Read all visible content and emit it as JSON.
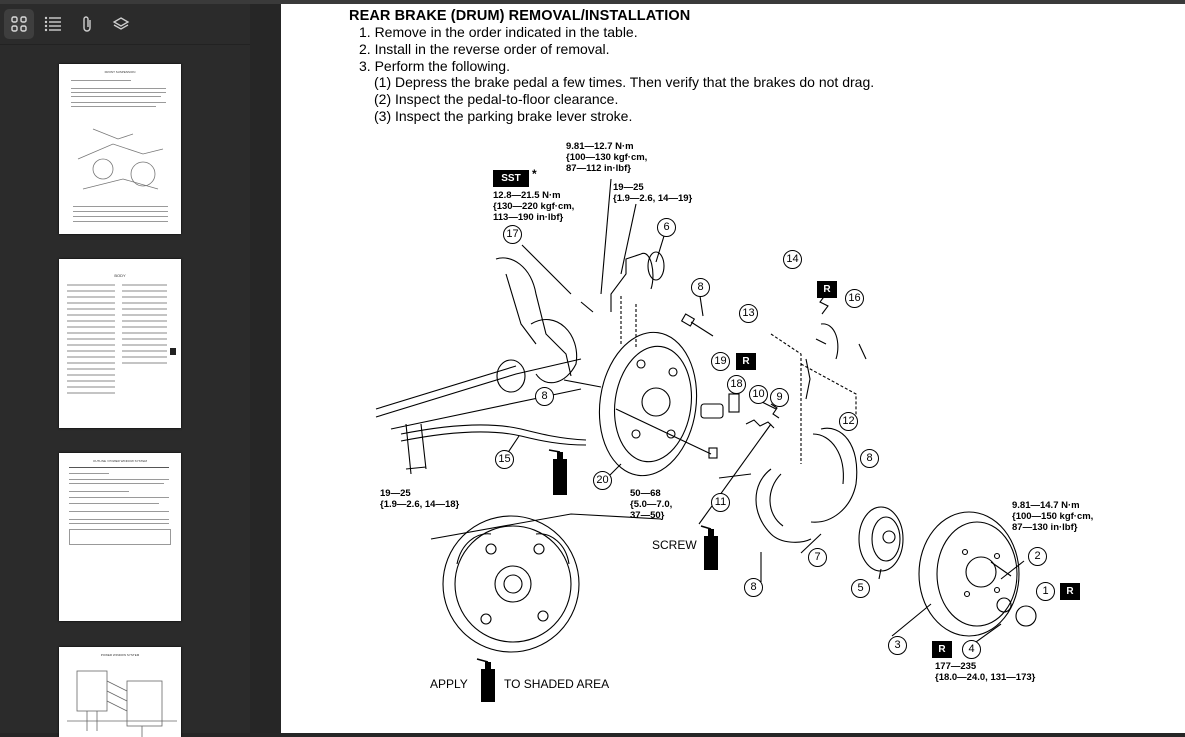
{
  "sidebar": {
    "tabs": [
      {
        "name": "thumbnails",
        "icon": "grid-icon"
      },
      {
        "name": "outline",
        "icon": "list-icon"
      },
      {
        "name": "attachments",
        "icon": "paperclip-icon"
      },
      {
        "name": "layers",
        "icon": "layers-icon"
      }
    ],
    "thumb_titles": [
      "FRONT SUSPENSION",
      "BODY",
      "OUTLINE / POWER WINDOW SYSTEM",
      "POWER WINDOW SYSTEM"
    ]
  },
  "doc": {
    "heading": "REAR BRAKE (DRUM) REMOVAL/INSTALLATION",
    "steps": [
      "1. Remove in the order indicated in the table.",
      "2. Install in the reverse order of removal.",
      "3. Perform the following."
    ],
    "substeps": [
      "(1)  Depress the brake pedal a few times. Then verify that the brakes do not drag.",
      "(2)  Inspect the pedal-to-floor clearance.",
      "(3)  Inspect the parking brake lever stroke."
    ]
  },
  "diagram": {
    "sst": "SST",
    "asterisk": "*",
    "r_badge": "R",
    "torque_a": [
      "9.81—12.7 N·m",
      "{100—130 kgf·cm,",
      "87—112 in·lbf}"
    ],
    "torque_b": [
      "19—25",
      "{1.9—2.6, 14—19}"
    ],
    "torque_c": [
      "12.8—21.5 N·m",
      "{130—220 kgf·cm,",
      "113—190 in·lbf}"
    ],
    "torque_d": [
      "19—25",
      "{1.9—2.6, 14—18}"
    ],
    "torque_e": [
      "50—68",
      "{5.0—7.0,",
      "37—50}"
    ],
    "torque_f": [
      "9.81—14.7 N·m",
      "{100—150 kgf·cm,",
      "87—130 in·lbf}"
    ],
    "torque_g": [
      "177—235",
      "{18.0—24.0, 131—173}"
    ],
    "screw": "SCREW",
    "apply": "APPLY",
    "apply_tail": "TO SHADED AREA",
    "callouts": [
      "17",
      "6",
      "8",
      "14",
      "16",
      "13",
      "19",
      "18",
      "10",
      "9",
      "12",
      "8",
      "15",
      "20",
      "11",
      "8",
      "7",
      "5",
      "2",
      "1",
      "3",
      "4",
      "8"
    ]
  }
}
